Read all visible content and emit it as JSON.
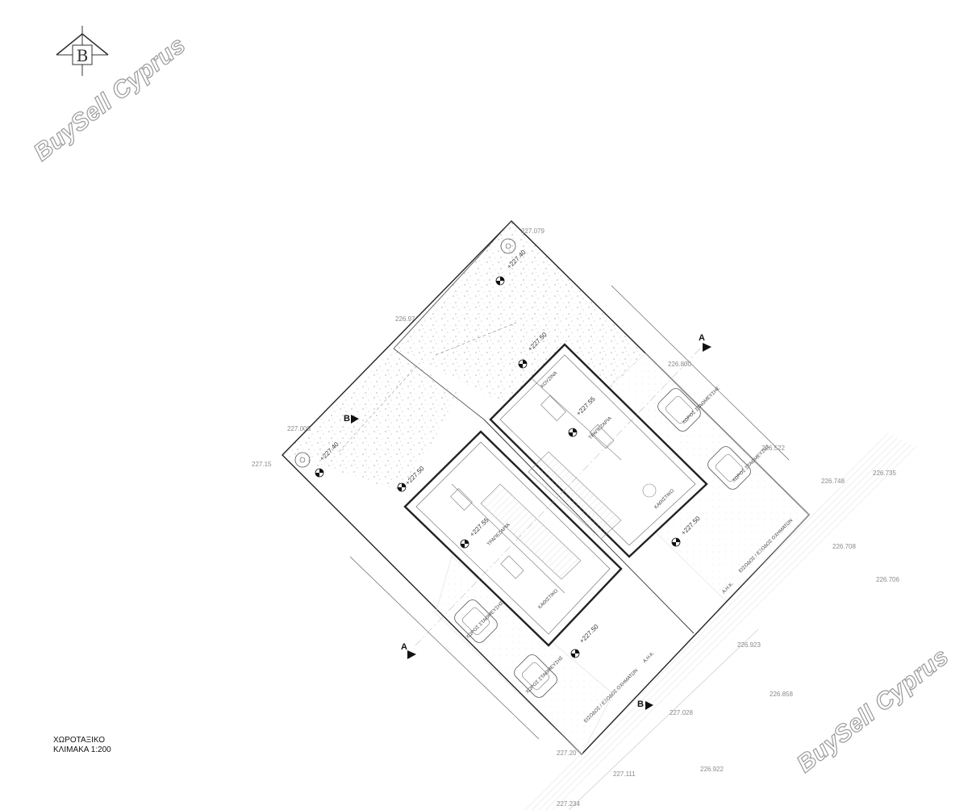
{
  "watermark": {
    "text": "BuySell Cyprus"
  },
  "logo": {
    "letter": "B"
  },
  "drawing_title": {
    "line1": "ΧΩΡΟΤΑΞΙΚΟ",
    "line2": "ΚΛΙΜΑΚΑ 1:200"
  },
  "section_marks": {
    "a": "A",
    "b": "B"
  },
  "levels": {
    "north": "+227.40",
    "west": "+227.40",
    "unit1_yard": "+227.50",
    "unit1_floor": "+227.55",
    "unit2_yard": "+227.50",
    "unit2_floor": "+227.55",
    "east_yard": "+227.50",
    "south_yard": "+227.50"
  },
  "spot_heights": {
    "h1": "227.079",
    "h2": "226.97",
    "h3": "227.005",
    "h4": "227.15",
    "h5": "226.800",
    "h6": "226.522",
    "h7": "226.748",
    "h8": "226.735",
    "h9": "226.708",
    "h10": "226.706",
    "h11": "226.923",
    "h12": "226.858",
    "h13": "227.028",
    "h14": "227.20",
    "h15": "227.111",
    "h16": "226.922",
    "h17": "227.234"
  },
  "rooms": {
    "kitchen": "ΚΟΥΖΙΝΑ",
    "dining": "ΤΡΑΠΕΖΑΡΙΑ",
    "living": "ΚΑΘΙΣΤΙΚΟ",
    "parking": "ΧΩΡΟΣ ΣΤΑΘΜΕΥΣΗΣ",
    "entrance": "ΕΙΣΟΔΟΣ / ΕΞΟΔΟΣ ΟΧΗΜΑΤΩΝ",
    "meters": "Α.Η.Κ."
  }
}
